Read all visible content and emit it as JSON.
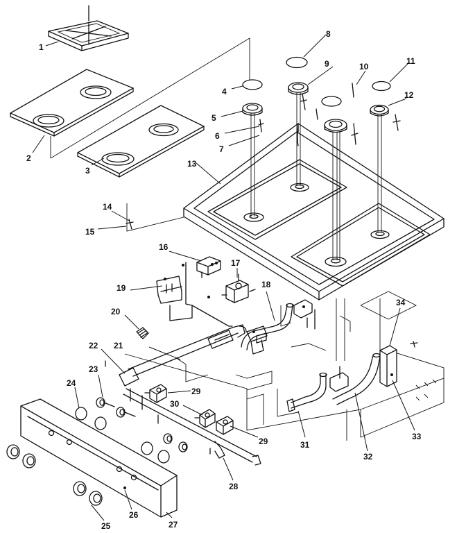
{
  "callouts": {
    "n1": "1",
    "n2": "2",
    "n3": "3",
    "n4": "4",
    "n5": "5",
    "n6": "6",
    "n7": "7",
    "n8": "8",
    "n9": "9",
    "n10": "10",
    "n11": "11",
    "n12": "12",
    "n13": "13",
    "n14": "14",
    "n15": "15",
    "n16": "16",
    "n17": "17",
    "n18": "18",
    "n19": "19",
    "n20": "20",
    "n21": "21",
    "n22": "22",
    "n23": "23",
    "n24": "24",
    "n25": "25",
    "n26": "26",
    "n27": "27",
    "n28": "28",
    "n29a": "29",
    "n29b": "29",
    "n30": "30",
    "n31": "31",
    "n32": "32",
    "n33": "33",
    "n34": "34"
  }
}
